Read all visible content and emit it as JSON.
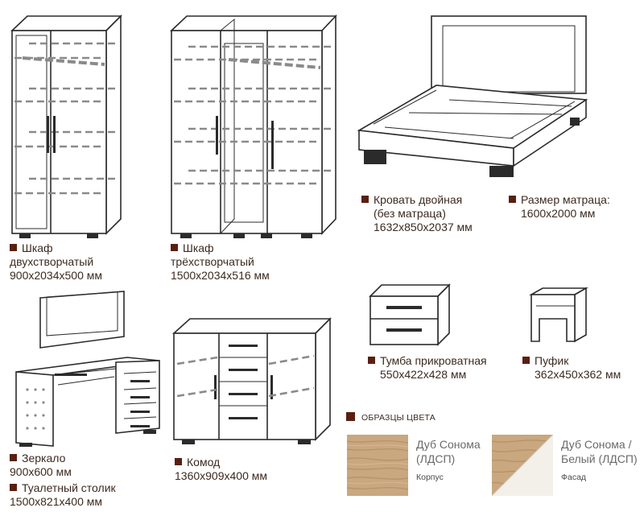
{
  "products": {
    "wardrobe2": {
      "name": "Шкаф",
      "type": "двухстворчатый",
      "size": "900х2034х500 мм"
    },
    "wardrobe3": {
      "name": "Шкаф",
      "type": "трёхстворчатый",
      "size": "1500х2034х516 мм"
    },
    "bed": {
      "name": "Кровать двойная",
      "note": "(без матраца)",
      "size": "1632х850х2037 мм"
    },
    "mattress": {
      "name": "Размер матраца:",
      "size": "1600х2000 мм"
    },
    "mirror": {
      "name": "Зеркало",
      "size": "900х600 мм"
    },
    "vanity": {
      "name": "Туалетный столик",
      "size": "1500х821х400 мм"
    },
    "dresser": {
      "name": "Комод",
      "size": "1360х909х400 мм"
    },
    "nightstand": {
      "name": "Тумба прикроватная",
      "size": "550х422х428 мм"
    },
    "pouf": {
      "name": "Пуфик",
      "size": "362х450х362 мм"
    }
  },
  "swatches": {
    "title": "ОБРАЗЦЫ ЦВЕТА",
    "items": [
      {
        "line1": "Дуб Сонома",
        "line2": "(ЛДСП)",
        "caption": "Корпус",
        "color": "#c9a77f"
      },
      {
        "line1": "Дуб Сонома /",
        "line2": "Белый (ЛДСП)",
        "caption": "Фасад",
        "color": "#c9a77f",
        "second_color": "#f3f0ea"
      }
    ]
  },
  "colors": {
    "bullet": "#5a1f10",
    "line": "#2b2b2b",
    "glass_dash": "#8a8a8a"
  }
}
